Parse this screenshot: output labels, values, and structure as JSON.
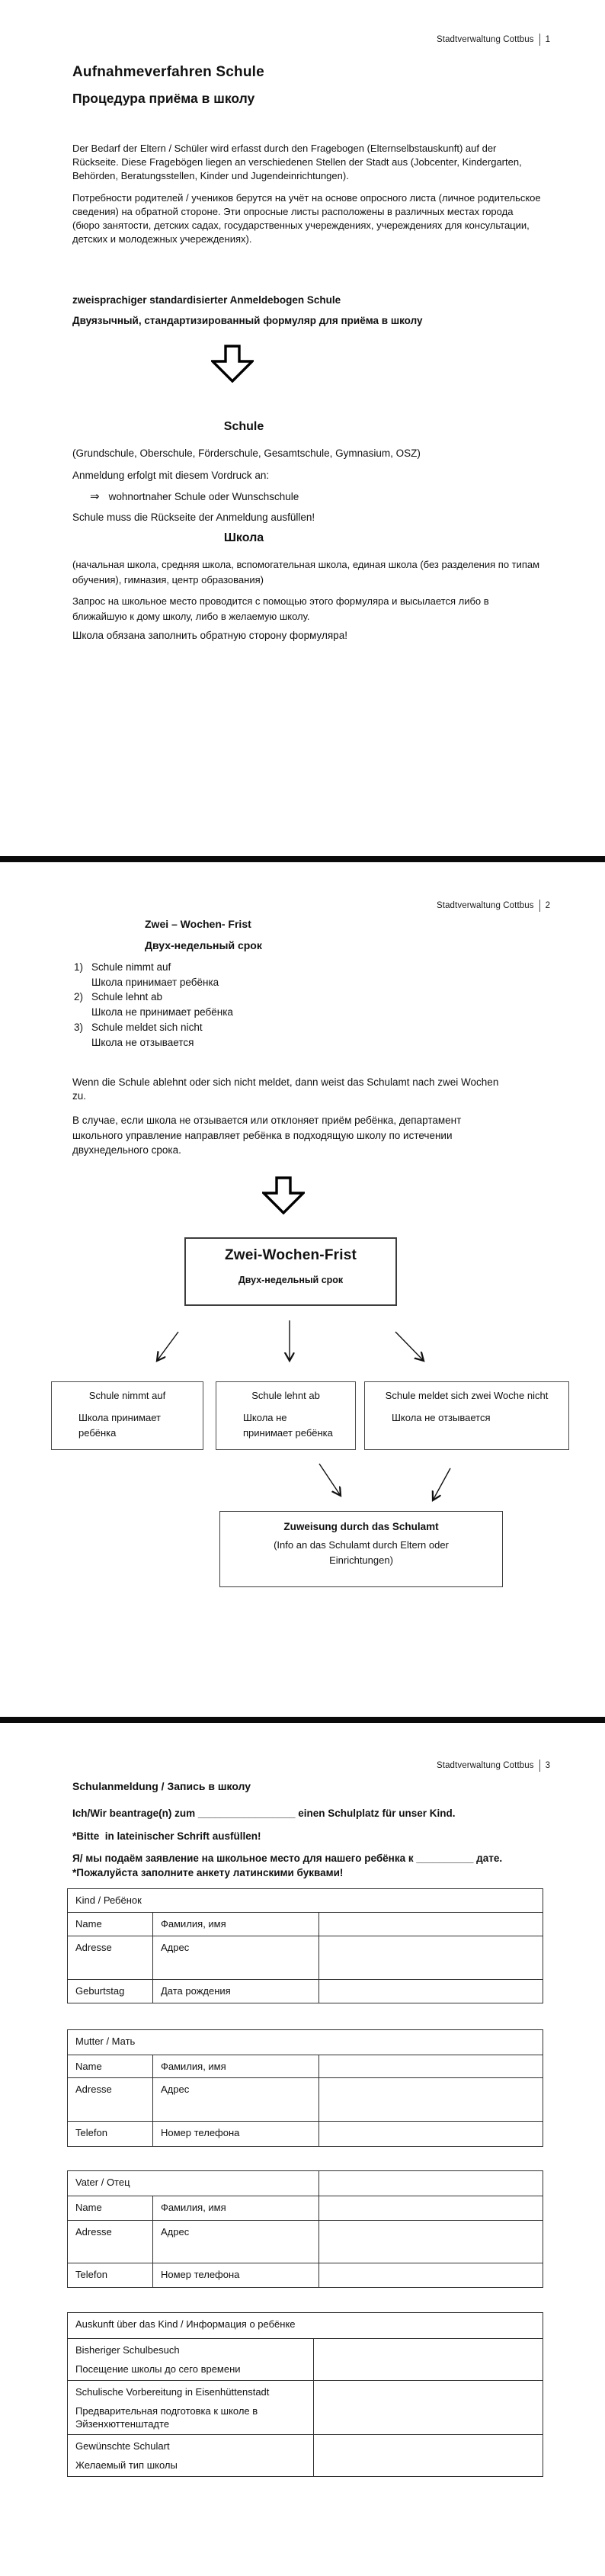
{
  "header": {
    "brand": "Stadtverwaltung Cottbus",
    "page_numbers": [
      "1",
      "2",
      "3"
    ]
  },
  "page1": {
    "title_de": "Aufnahmeverfahren Schule",
    "title_ru": "Процедура приёма в школу",
    "para_de": "Der Bedarf der Eltern / Schüler wird erfasst durch den Fragebogen (Elternselbstauskunft) auf der Rückseite. Diese Fragebögen liegen an verschiedenen Stellen der Stadt aus (Jobcenter, Kindergarten, Behörden, Beratungsstellen, Kinder und Jugendeinrichtungen).",
    "para_ru": "Потребности родителей / учеников берутся на учёт на основе опросного листа (личное родительское сведения) на обратной стороне. Эти опросные листы расположены в различных местах города (бюро занятости, детских садах, государственных учереждениях, учереждениях для консультации, детских и молодежных учереждениях).",
    "bold_de": "zweisprachiger standardisierter Anmeldebogen Schule",
    "bold_ru": "Двуязычный, стандартизированный формуляр для приёма в школу",
    "schule_heading": "Schule",
    "schule_types": "(Grundschule, Oberschule, Förderschule, Gesamtschule, Gymnasium, OSZ)",
    "anmeldung_line": "Anmeldung erfolgt mit diesem Vordruck an:",
    "arrow_glyph": "⇒",
    "arrow_item": "wohnortnaher Schule oder Wunschschule",
    "schule_note": "Schule muss die Rückseite der Anmeldung ausfüllen!",
    "shkola_heading": "Школа",
    "shkola_types": "(начальная школа, средняя школа, вспомогательная школа, единая школа (без разделения по типам обучения), гимназия, центр образования)",
    "zapros_para": "Запрос на школьное место проводится с помощью этого формуляра и высылается либо в ближайшую к дому школу, либо в желаемую школу.",
    "shkola_note": "Школа обязана заполнить обратную сторону формуляра!"
  },
  "page2": {
    "heading_de": "Zwei – Wochen- Frist",
    "heading_ru": "Двух-недельный срок",
    "list": [
      {
        "num": "1)",
        "de": "Schule nimmt auf",
        "ru": "Школа принимает ребёнка"
      },
      {
        "num": "2)",
        "de": "Schule lehnt ab",
        "ru": "Школа не принимает ребёнка"
      },
      {
        "num": "3)",
        "de": "Schule meldet sich nicht",
        "ru": "Школа не отзывается"
      }
    ],
    "para_de": "Wenn die Schule ablehnt oder sich nicht meldet, dann weist das Schulamt nach zwei Wochen zu.",
    "para_ru": "В случае, если школа не отзывается или отклоняет приём ребёнка, департамент школьного управление направляет ребёнка в подходящую школу по истечении двухнедельного срока.",
    "flow": {
      "main_box": {
        "de": "Zwei-Wochen-Frist",
        "ru": "Двух-недельный срок"
      },
      "outcomes": [
        {
          "de": "Schule nimmt auf",
          "ru_lines": [
            "Школа принимает",
            "ребёнка"
          ]
        },
        {
          "de": "Schule lehnt ab",
          "ru_lines": [
            "Школа не",
            "принимает ребёнка"
          ]
        },
        {
          "de": "Schule meldet sich zwei Woche nicht",
          "ru_lines": [
            "Школа не отзывается"
          ]
        }
      ],
      "result_box": {
        "title": "Zuweisung durch das Schulamt",
        "sub": "(Info an das Schulamt durch Eltern oder Einrichtungen)"
      }
    }
  },
  "page3": {
    "heading": "Schulanmeldung / Запись в школу",
    "apply_line_de": "Ich/Wir beantrage(n) zum _________________ einen Schulplatz für unser Kind.",
    "note_de": "*Bitte  in lateinischer Schrift ausfüllen!",
    "apply_line_ru": "Я/ мы подаём заявление на школьное место для нашего ребёнка к __________ дате.",
    "note_ru": "*Пожалуйста заполните анкету латинскими буквами!",
    "tables": [
      {
        "title": "Kind / Ребёнок",
        "rows": [
          {
            "de": "Name",
            "ru": "Фамилия, имя"
          },
          {
            "de": "Adresse",
            "ru": "Адрес"
          },
          {
            "de": "Geburtstag",
            "ru": "Дата рождения"
          }
        ]
      },
      {
        "title": "Mutter / Мать",
        "rows": [
          {
            "de": "Name",
            "ru": "Фамилия, имя"
          },
          {
            "de": "Adresse",
            "ru": "Адрес"
          },
          {
            "de": "Telefon",
            "ru": "Номер телефона"
          }
        ]
      },
      {
        "title": "Vater / Отец",
        "rows": [
          {
            "de": "Name",
            "ru": "Фамилия, имя"
          },
          {
            "de": "Adresse",
            "ru": "Адрес"
          },
          {
            "de": "Telefon",
            "ru": "Номер телефона"
          }
        ]
      },
      {
        "title": "Auskunft über das Kind / Информация о ребёнке",
        "rows": [
          {
            "de": "Bisheriger Schulbesuch",
            "ru": "Посещение школы до сего времени"
          },
          {
            "de": "Schulische Vorbereitung in Eisenhüttenstadt",
            "ru": "Предварительная подготовка к школе в Эйзенхюттенштадте"
          },
          {
            "de": "Gewünschte Schulart",
            "ru": "Желаемый тип школы"
          }
        ]
      }
    ]
  }
}
